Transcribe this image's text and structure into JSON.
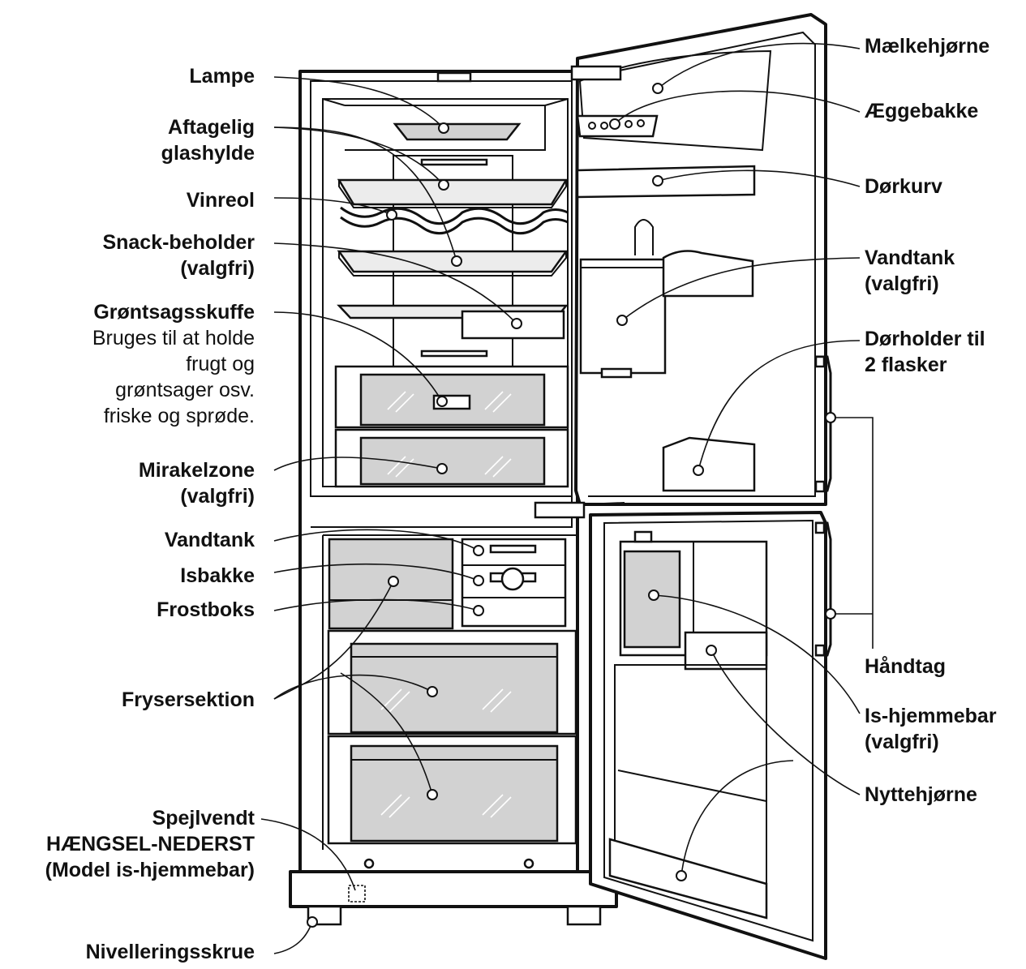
{
  "labels": {
    "lampe": "Lampe",
    "aftagelig_1": "Aftagelig",
    "aftagelig_2": "glashylde",
    "vinreol": "Vinreol",
    "snack_1": "Snack-beholder",
    "snack_2": "(valgfri)",
    "groent_1": "Grøntsagsskuffe",
    "groent_2": "Bruges til at holde",
    "groent_3": "frugt og",
    "groent_4": "grøntsager osv.",
    "groent_5": "friske og sprøde.",
    "mirakel_1": "Mirakelzone",
    "mirakel_2": "(valgfri)",
    "vandtank_freezer": "Vandtank",
    "isbakke": "Isbakke",
    "frostboks": "Frostboks",
    "fryser": "Frysersektion",
    "spejl_1": "Spejlvendt",
    "spejl_2": "HÆNGSEL-NEDERST",
    "spejl_3": "(Model is-hjemmebar)",
    "niveller": "Nivelleringsskrue",
    "maelk": "Mælkehjørne",
    "aeg": "Æggebakke",
    "doerkurv": "Dørkurv",
    "vandtank_door_1": "Vandtank",
    "vandtank_door_2": "(valgfri)",
    "doerholder_1": "Dørholder til",
    "doerholder_2": "2 flasker",
    "haandtag": "Håndtag",
    "ishjem_1": "Is-hjemmebar",
    "ishjem_2": "(valgfri)",
    "nytte": "Nyttehjørne"
  },
  "colors": {
    "line": "#111111",
    "tray": "#d2d2d2",
    "background": "#ffffff"
  }
}
